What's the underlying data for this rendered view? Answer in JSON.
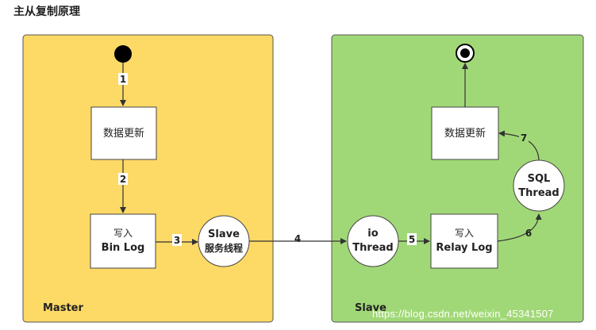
{
  "title": "主从复制原理",
  "master": {
    "label": "Master",
    "box1": "数据更新",
    "box2_line1": "写入",
    "box2_line2": "Bin Log",
    "circle_line1": "Slave",
    "circle_line2": "服务线程"
  },
  "slave": {
    "label": "Slave",
    "io_line1": "io",
    "io_line2": "Thread",
    "relay_line1": "写入",
    "relay_line2": "Relay Log",
    "sql_line1": "SQL",
    "sql_line2": "Thread",
    "update_box": "数据更新"
  },
  "steps": [
    "1",
    "2",
    "3",
    "4",
    "5",
    "6",
    "7"
  ],
  "watermark": "https://blog.csdn.net/weixin_45341507",
  "colors": {
    "master_panel": "#fdd966",
    "slave_panel": "#a1d877",
    "box_fill": "#ffffff",
    "line": "#333333"
  }
}
